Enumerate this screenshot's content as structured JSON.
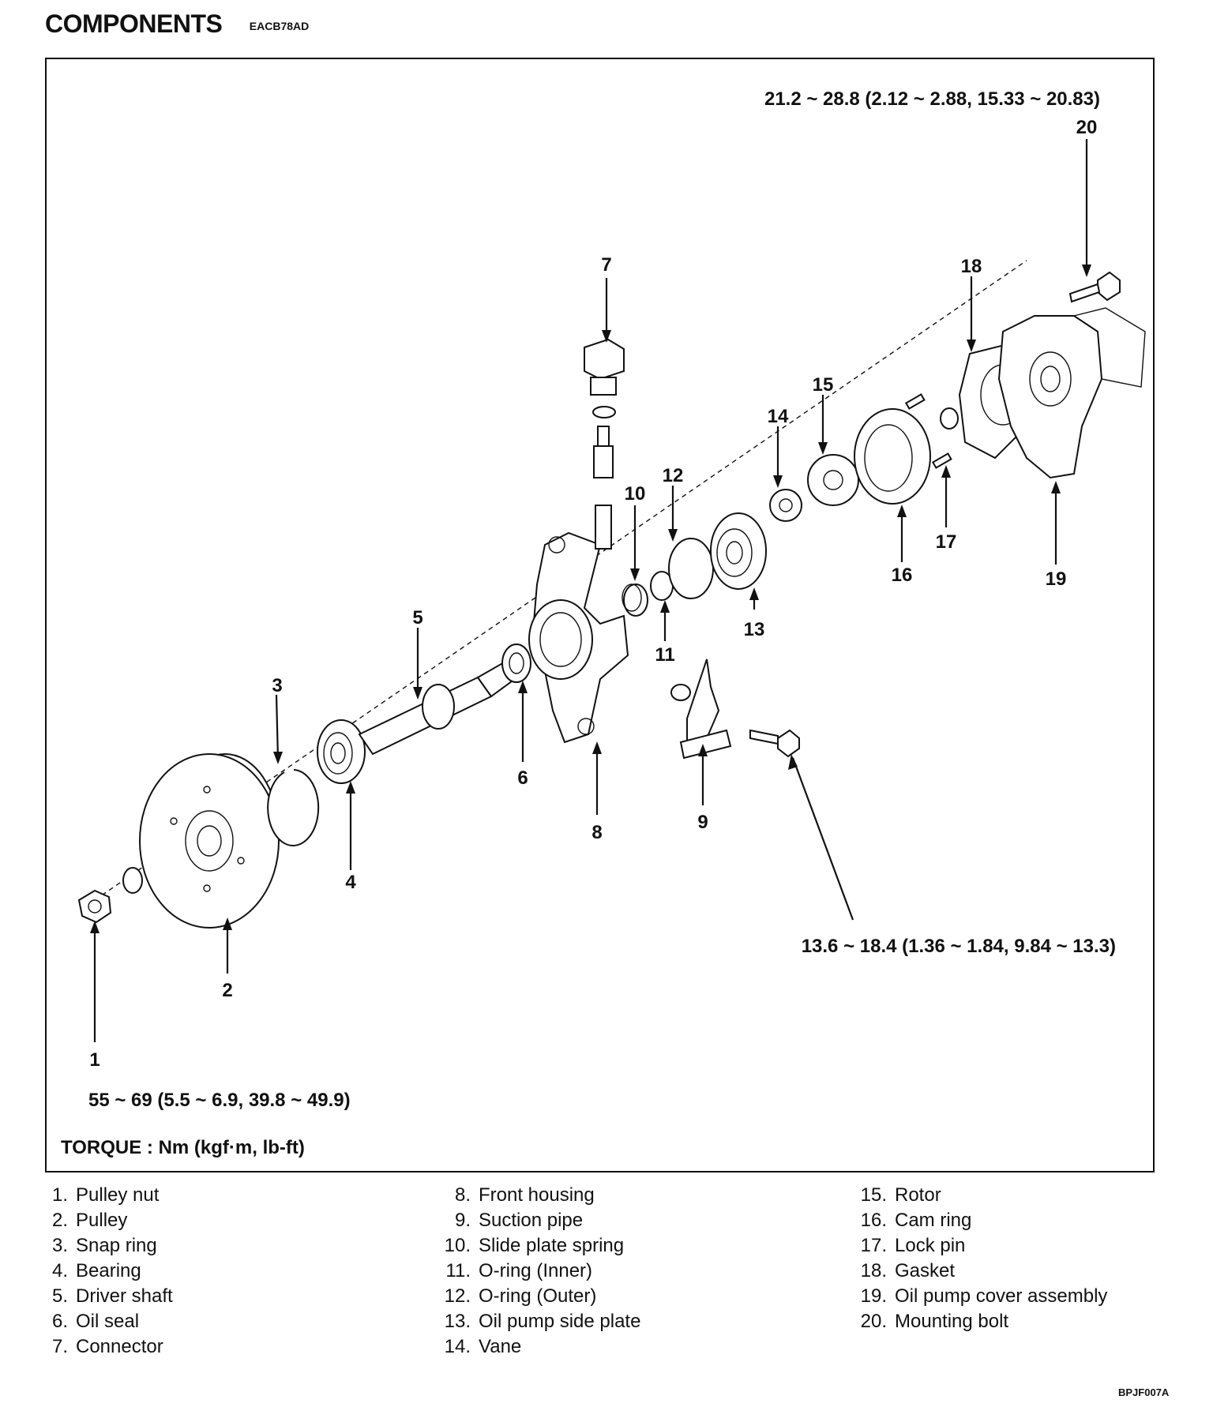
{
  "header": {
    "title": "COMPONENTS",
    "code": "EACB78AD"
  },
  "torques": {
    "top": "21.2 ~ 28.8 (2.12 ~ 2.88, 15.33 ~ 20.83)",
    "middle": "13.6 ~ 18.4 (1.36 ~ 1.84, 9.84 ~ 13.3)",
    "bottom": "55 ~ 69 (5.5 ~ 6.9, 39.8 ~ 49.9)"
  },
  "torque_unit": "TORQUE : Nm (kgf·m, lb-ft)",
  "callouts": [
    "1",
    "2",
    "3",
    "4",
    "5",
    "6",
    "7",
    "8",
    "9",
    "10",
    "11",
    "12",
    "13",
    "14",
    "15",
    "16",
    "17",
    "18",
    "19",
    "20"
  ],
  "legend": {
    "col1": [
      {
        "n": "1.",
        "label": "Pulley nut"
      },
      {
        "n": "2.",
        "label": "Pulley"
      },
      {
        "n": "3.",
        "label": "Snap ring"
      },
      {
        "n": "4.",
        "label": "Bearing"
      },
      {
        "n": "5.",
        "label": "Driver shaft"
      },
      {
        "n": "6.",
        "label": "Oil seal"
      },
      {
        "n": "7.",
        "label": "Connector"
      }
    ],
    "col2": [
      {
        "n": "8.",
        "label": "Front housing"
      },
      {
        "n": "9.",
        "label": "Suction pipe"
      },
      {
        "n": "10.",
        "label": "Slide plate spring"
      },
      {
        "n": "11.",
        "label": "O-ring (Inner)"
      },
      {
        "n": "12.",
        "label": "O-ring (Outer)"
      },
      {
        "n": "13.",
        "label": "Oil pump side plate"
      },
      {
        "n": "14.",
        "label": "Vane"
      }
    ],
    "col3": [
      {
        "n": "15.",
        "label": "Rotor"
      },
      {
        "n": "16.",
        "label": "Cam ring"
      },
      {
        "n": "17.",
        "label": "Lock pin"
      },
      {
        "n": "18.",
        "label": "Gasket"
      },
      {
        "n": "19.",
        "label": "Oil pump cover assembly"
      },
      {
        "n": "20.",
        "label": "Mounting bolt"
      }
    ]
  },
  "figure_id": "BPJF007A"
}
